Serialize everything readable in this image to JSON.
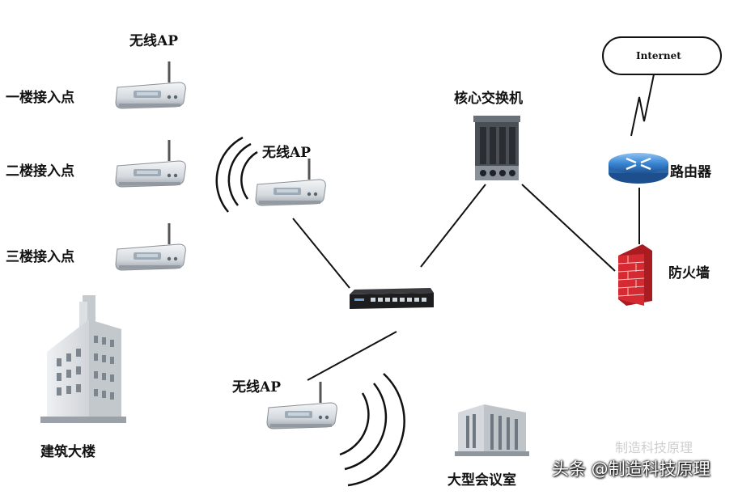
{
  "labels": {
    "ap_top": "无线AP",
    "floor1": "一楼接入点",
    "floor2": "二楼接入点",
    "floor3": "三楼接入点",
    "ap_mid": "无线AP",
    "ap_bottom": "无线AP",
    "core_switch": "核心交换机",
    "internet": "Internet",
    "router": "路由器",
    "firewall": "防火墙",
    "building": "建筑大楼",
    "conference": "大型会议室"
  },
  "watermark": {
    "text": "头条 @制造科技原理",
    "ghost": "制造科技原理"
  },
  "colors": {
    "router": "#2f7fd0",
    "firewall": "#c8242a",
    "lines": "#111111"
  }
}
